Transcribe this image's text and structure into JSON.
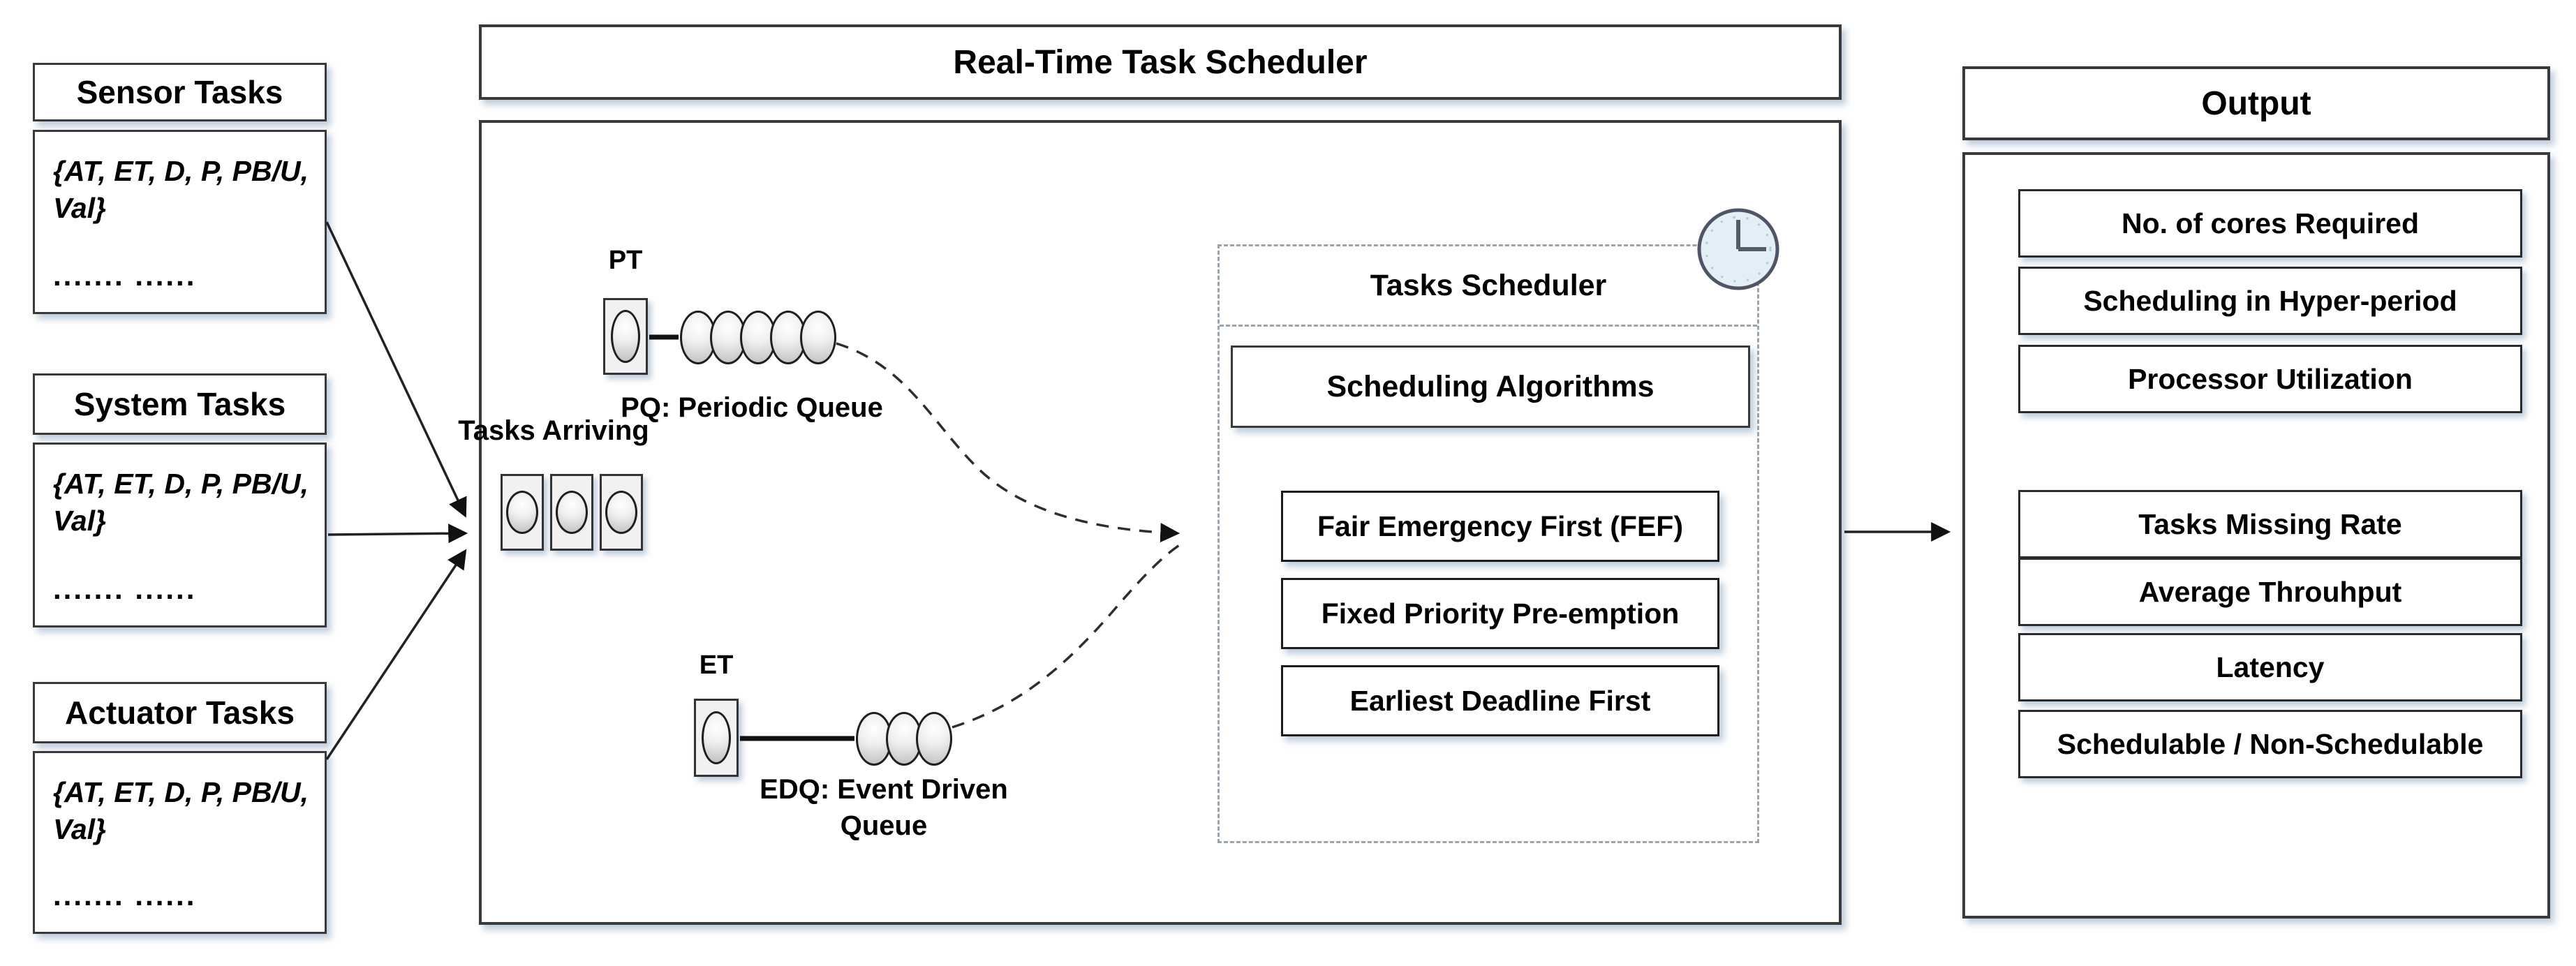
{
  "left_panel": {
    "groups": [
      {
        "title": "Sensor Tasks",
        "params": "{AT, ET, D, P, PB/U, Val}",
        "dots": "....... ......"
      },
      {
        "title": "System Tasks",
        "params": "{AT, ET, D, P, PB/U, Val}",
        "dots": "....... ......"
      },
      {
        "title": "Actuator Tasks",
        "params": "{AT, ET, D, P, PB/U, Val}",
        "dots": "....... ......"
      }
    ]
  },
  "scheduler": {
    "title": "Real-Time Task Scheduler",
    "tasks_arriving_label": "Tasks Arriving",
    "pt_label": "PT",
    "pq_queue_label": "PQ: Periodic Queue",
    "et_label": "ET",
    "edq_queue_label": "EDQ: Event Driven Queue",
    "tasks_scheduler": {
      "title": "Tasks Scheduler",
      "subtitle": "Scheduling Algorithms",
      "algorithms": [
        "Fair Emergency First (FEF)",
        "Fixed Priority Pre-emption",
        "Earliest Deadline First"
      ]
    }
  },
  "output_panel": {
    "title": "Output",
    "items": [
      "No. of cores Required",
      "Scheduling in Hyper-period",
      "Processor Utilization",
      "Tasks Missing Rate",
      "Average Throuhput",
      "Latency",
      "Schedulable / Non-Schedulable"
    ]
  },
  "colors": {
    "box_border": "#3a3a3a",
    "shadow": "#7d9bb9",
    "dashed_border": "#9aa4ac",
    "clock_face": "#e4eef5",
    "clock_rim": "#4f5566"
  }
}
